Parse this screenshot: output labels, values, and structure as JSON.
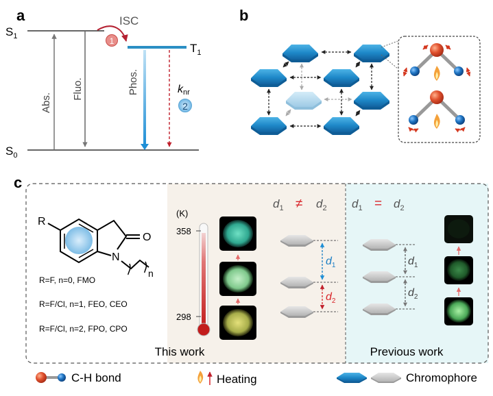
{
  "panel_a": {
    "label": "a",
    "s1": "S",
    "s1_sub": "1",
    "s0": "S",
    "s0_sub": "0",
    "t1": "T",
    "t1_sub": "1",
    "isc": "ISC",
    "abs": "Abs.",
    "fluo": "Fluo.",
    "phos": "Phos.",
    "knr": "k",
    "knr_sub": "nr",
    "step1": "1",
    "step2": "2",
    "colors": {
      "phos": "#2a9ad8",
      "knr": "#c0202c",
      "isc_arrow": "#b52233",
      "level": "#333333",
      "t1_level": "#2b8fc4"
    }
  },
  "panel_b": {
    "label": "b",
    "colors": {
      "chromophore": "#1e88c8",
      "chromophore_light": "#a9d6ef",
      "atom_c": "#d8452c",
      "atom_h": "#1f74c2",
      "arrow": "#d4381f"
    }
  },
  "panel_c": {
    "label": "c",
    "structure": {
      "r": "R",
      "n": "n",
      "o": "O",
      "nitrogen": "N",
      "lines": [
        "R=F, n=0, FMO",
        "R=F/Cl, n=1, FEO, CEO",
        "R=F/Cl, n=2, FPO, CPO"
      ]
    },
    "thermo": {
      "unit": "(K)",
      "high": "358",
      "low": "298"
    },
    "this_work": {
      "title": "This work",
      "d1": "d",
      "d1_sub": "1",
      "d2": "d",
      "d2_sub": "2",
      "relation": "≠"
    },
    "previous_work": {
      "title": "Previous work",
      "d1": "d",
      "d1_sub": "1",
      "d2": "d",
      "d2_sub": "2",
      "relation": "="
    },
    "colors": {
      "this_bg": "#f6f1ea",
      "prev_bg": "#e6f6f7",
      "red": "#d9262b",
      "blue": "#1a7ec4"
    }
  },
  "legend": {
    "bond": "C-H bond",
    "heating": "Heating",
    "chromophore": "Chromophore"
  }
}
